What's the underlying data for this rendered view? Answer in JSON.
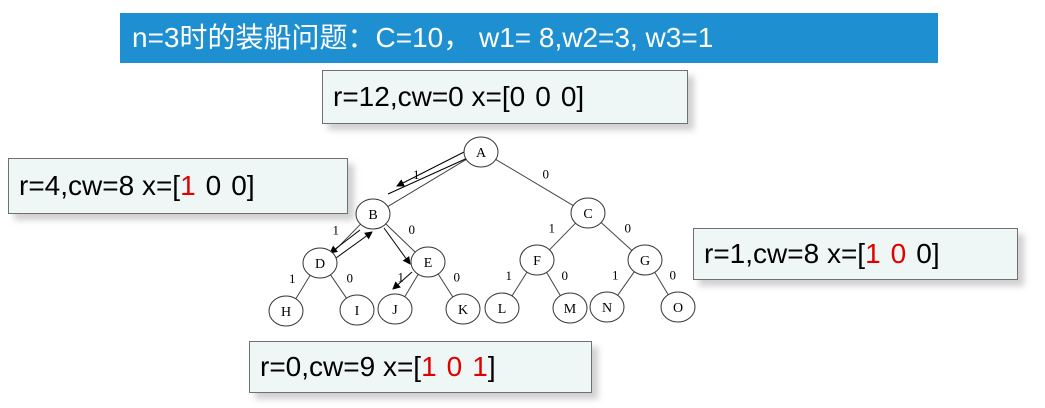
{
  "title": "n=3时的装船问题：C=10， w1= 8,w2=3, w3=1",
  "colors": {
    "title_bg": "#1e8fd0",
    "highlight": "#e00000"
  },
  "states": {
    "root": {
      "prefix": "r=12,cw=0  x=[",
      "x1": "0",
      "x2": "0",
      "x3": "0",
      "suffix": "]"
    },
    "left": {
      "prefix": "r=4,cw=8  x=[",
      "x1": "1",
      "x2": "0",
      "x3": "0",
      "suffix": "]"
    },
    "right": {
      "prefix": "r=1,cw=8  x=[",
      "x1": "1",
      "x2": "0",
      "x3": "0",
      "suffix": "]"
    },
    "bottom": {
      "prefix": "r=0,cw=9  x=[",
      "x1": "1",
      "x2": "0",
      "x3": "1",
      "suffix": "]"
    }
  },
  "tree": {
    "nodes": [
      "A",
      "B",
      "C",
      "D",
      "E",
      "F",
      "G",
      "H",
      "I",
      "J",
      "K",
      "L",
      "M",
      "N",
      "O"
    ],
    "edge_labels": {
      "left": "1",
      "right": "0"
    }
  }
}
